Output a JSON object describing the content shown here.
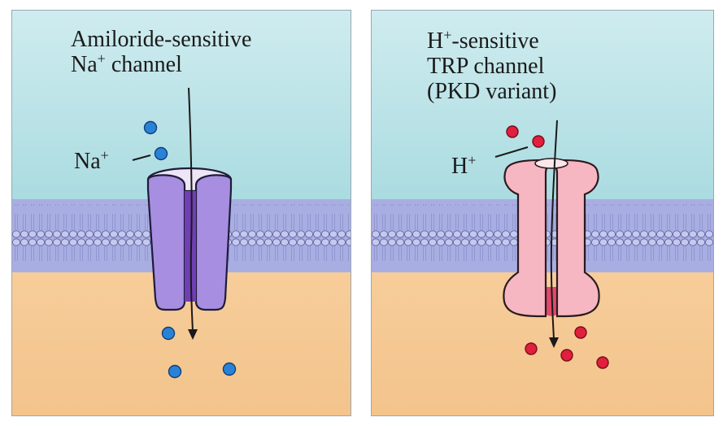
{
  "left_panel": {
    "title_line1": "Amiloride-sensitive",
    "title_line2_prefix": "Na",
    "title_line2_sup": "+",
    "title_line2_suffix": " channel",
    "ion_prefix": "Na",
    "ion_sup": "+",
    "ion_color": "#2a82d6",
    "channel_color": "#a78ee0",
    "pore_color": "#6f3fb3"
  },
  "right_panel": {
    "title_line1_prefix": "H",
    "title_line1_sup": "+",
    "title_line1_suffix": "-sensitive",
    "title_line2": "TRP channel",
    "title_line3": "(PKD variant)",
    "ion_prefix": "H",
    "ion_sup": "+",
    "ion_color": "#e0203c",
    "channel_color": "#f6b6c2",
    "pore_color": "#e04a6a"
  },
  "colors": {
    "extracellular": "#b9e0e6",
    "intracellular": "#f6c893",
    "membrane": "#a9aee2"
  }
}
